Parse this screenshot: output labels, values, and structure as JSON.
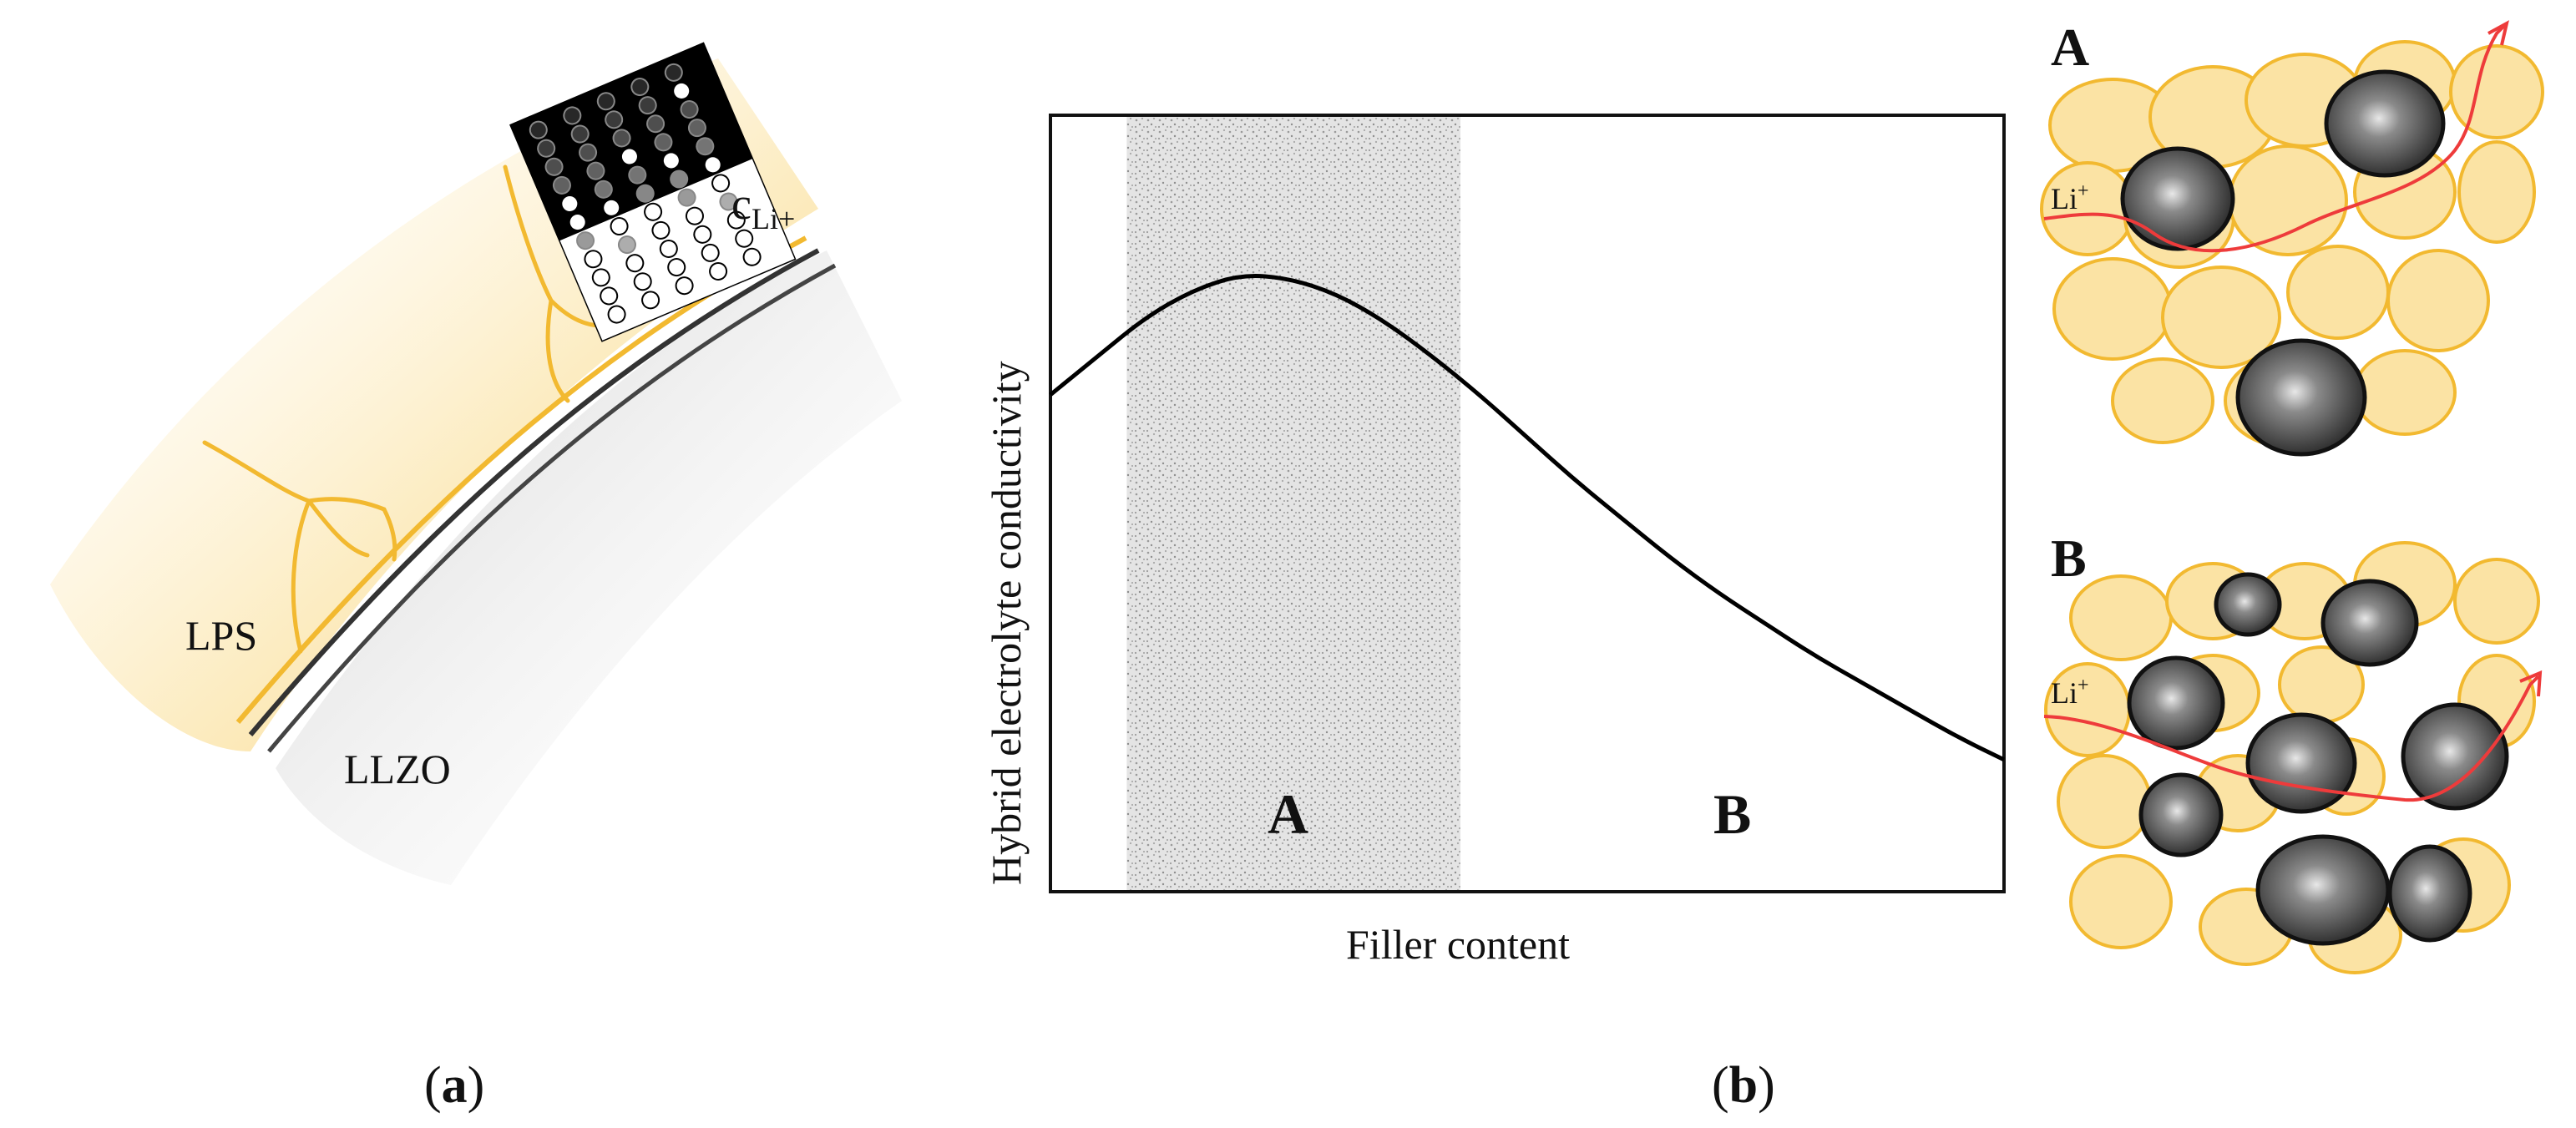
{
  "panel_a": {
    "label_lps": "LPS",
    "label_llzo": "LLZO",
    "label_c": "c",
    "label_c_sub": "Li+",
    "caption_open": "(",
    "caption_letter": "a",
    "caption_close": ")"
  },
  "panel_b": {
    "ylabel": "Hybrid electrolyte conductivity",
    "xlabel": "Filler content",
    "region_a": "A",
    "region_b": "B",
    "caption_open": "(",
    "caption_letter": "b",
    "caption_close": ")",
    "curve": [
      [
        0.0,
        0.64
      ],
      [
        0.05,
        0.69
      ],
      [
        0.1,
        0.74
      ],
      [
        0.15,
        0.775
      ],
      [
        0.2,
        0.795
      ],
      [
        0.25,
        0.79
      ],
      [
        0.3,
        0.77
      ],
      [
        0.35,
        0.735
      ],
      [
        0.4,
        0.69
      ],
      [
        0.45,
        0.64
      ],
      [
        0.5,
        0.585
      ],
      [
        0.55,
        0.53
      ],
      [
        0.6,
        0.48
      ],
      [
        0.65,
        0.43
      ],
      [
        0.7,
        0.385
      ],
      [
        0.75,
        0.345
      ],
      [
        0.8,
        0.305
      ],
      [
        0.85,
        0.27
      ],
      [
        0.9,
        0.235
      ],
      [
        0.95,
        0.2
      ],
      [
        1.0,
        0.17
      ]
    ],
    "shaded_range": [
      0.08,
      0.43
    ]
  },
  "inset_a": {
    "letter": "A",
    "ion": "Li",
    "ion_sup": "+"
  },
  "inset_b": {
    "letter": "B",
    "ion": "Li",
    "ion_sup": "+"
  },
  "colors": {
    "lps_yellow": "#f7c948",
    "grain_fill": "#fbe3a4",
    "grain_edge": "#f2b930",
    "filler_dark": "#2a2a2a",
    "ion_path": "#ee3b3b",
    "shade_gray": "#d6d6d6",
    "llzo_gray": "#cfcfcf"
  }
}
